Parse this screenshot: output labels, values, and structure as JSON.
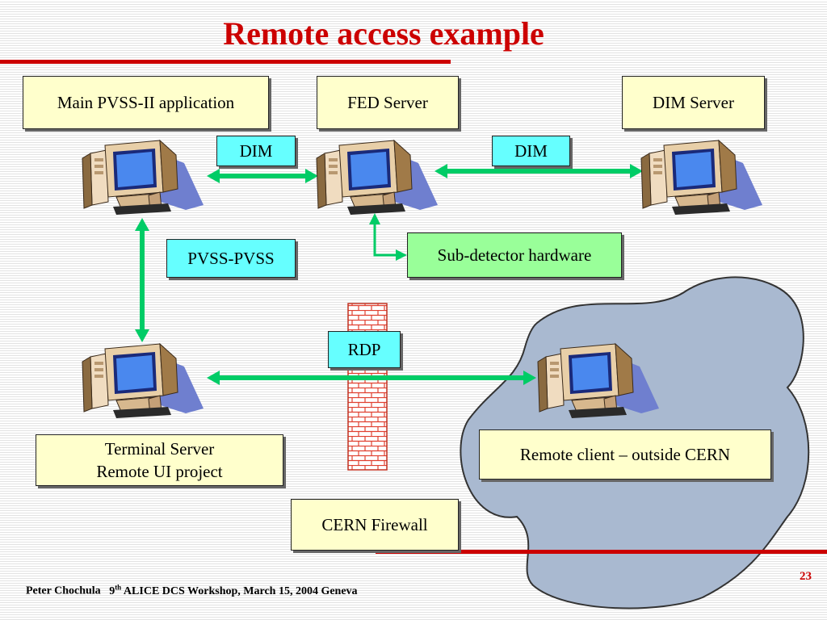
{
  "title": "Remote access example",
  "boxes": {
    "main_pvss": "Main PVSS-II application",
    "fed_server": "FED Server",
    "dim_server": "DIM Server",
    "dim_left": "DIM",
    "dim_right": "DIM",
    "pvss_pvss": "PVSS-PVSS",
    "subdetector": "Sub-detector hardware",
    "rdp": "RDP",
    "terminal_line1": "Terminal Server",
    "terminal_line2": "Remote UI project",
    "remote_client": "Remote client – outside CERN",
    "firewall": "CERN Firewall"
  },
  "footer": {
    "author": "Peter Chochula",
    "event_ordinal": "9",
    "event_sup": "th",
    "event_rest": " ALICE DCS Workshop, March 15, 2004 Geneva"
  },
  "page_number": "23",
  "colors": {
    "title": "#cc0000",
    "connector": "#00cc66",
    "cloud": "#a9b9d0"
  }
}
